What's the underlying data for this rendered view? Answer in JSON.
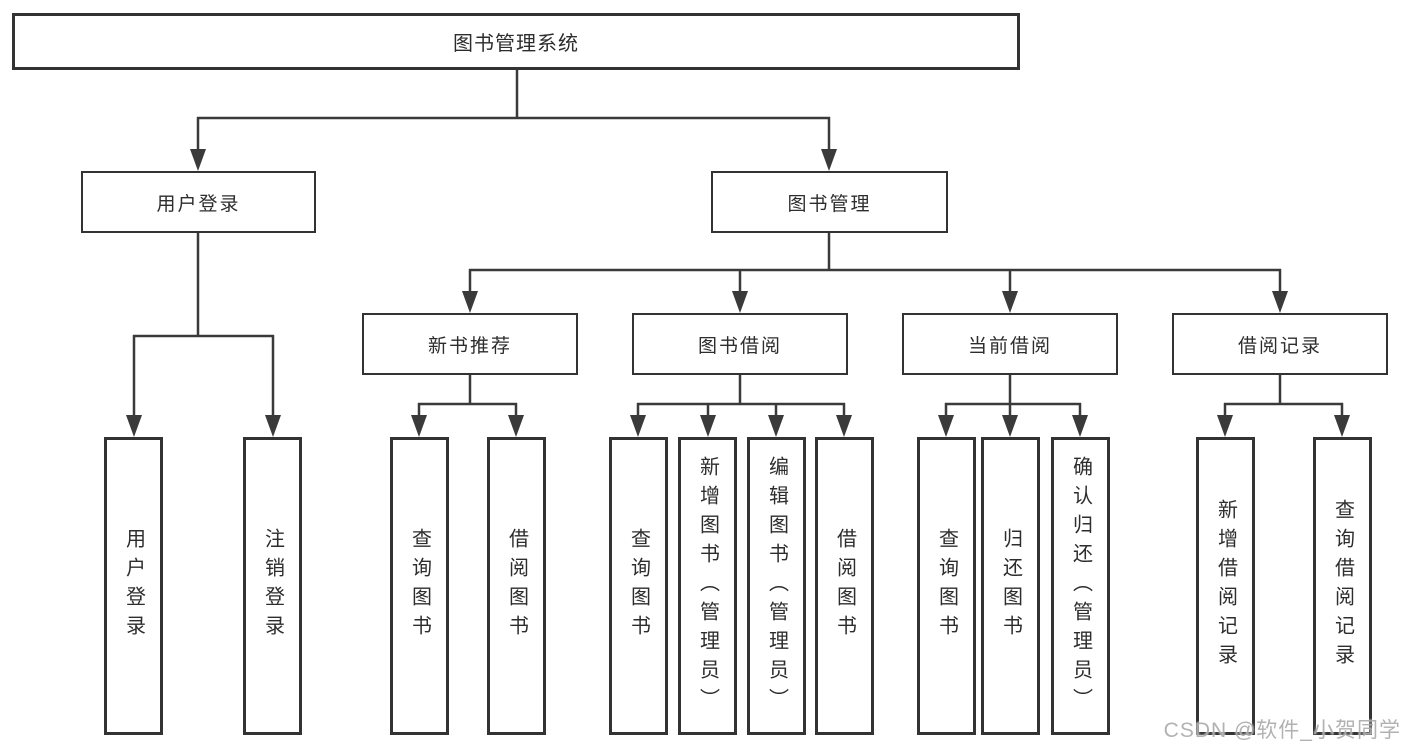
{
  "root": {
    "label": "图书管理系统"
  },
  "level2": {
    "user_login": {
      "label": "用户登录"
    },
    "book_mgmt": {
      "label": "图书管理"
    }
  },
  "level3": {
    "new_book": {
      "label": "新书推荐"
    },
    "borrow": {
      "label": "图书借阅"
    },
    "current": {
      "label": "当前借阅"
    },
    "records": {
      "label": "借阅记录"
    }
  },
  "leaves": {
    "user_login_1": {
      "label": "用户登录"
    },
    "user_login_2": {
      "label": "注销登录"
    },
    "new_book_1": {
      "label": "查询图书"
    },
    "new_book_2": {
      "label": "借阅图书"
    },
    "borrow_1": {
      "label": "查询图书"
    },
    "borrow_2": {
      "label": "新增图书（管理员）"
    },
    "borrow_3": {
      "label": "编辑图书（管理员）"
    },
    "borrow_4": {
      "label": "借阅图书"
    },
    "current_1": {
      "label": "查询图书"
    },
    "current_2": {
      "label": "归还图书"
    },
    "current_3": {
      "label": "确认归还（管理员）"
    },
    "records_1": {
      "label": "新增借阅记录"
    },
    "records_2": {
      "label": "查询借阅记录"
    }
  },
  "watermark": {
    "text": "CSDN @软件_小贺同学"
  },
  "colors": {
    "line": "#3a3a3a",
    "box_border": "#333333",
    "text": "#2d2d2d",
    "background": "#ffffff",
    "watermark": "#a5a5a5"
  }
}
